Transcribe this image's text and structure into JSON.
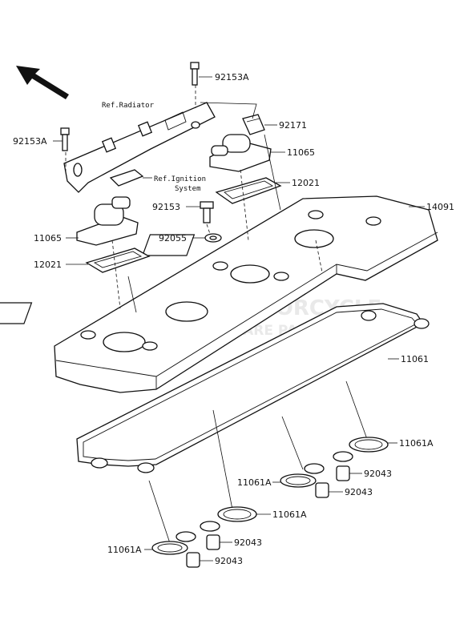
{
  "watermark": {
    "line1": "MOTORCYCLE",
    "line2": "SPARE PARTS"
  },
  "labels": {
    "p92153A_top": "92153A",
    "p92153A_left": "92153A",
    "ref_radiator": "Ref.Radiator",
    "p92171": "92171",
    "p11065_right": "11065",
    "ref_ignition_line1": "Ref.Ignition",
    "ref_ignition_line2": "System",
    "p12021_right": "12021",
    "p92153": "92153",
    "p14091": "14091",
    "p11065_left": "11065",
    "p92055": "92055",
    "p12021_left": "12021",
    "p11061": "11061",
    "p11061A_r1": "11061A",
    "p11061A_m": "11061A",
    "p92043_r1": "92043",
    "p92043_r2": "92043",
    "p11061A_c": "11061A",
    "p11061A_l": "11061A",
    "p92043_l1": "92043",
    "p92043_l2": "92043"
  },
  "icons": {
    "direction_arrow": "front-direction-arrow-icon"
  }
}
